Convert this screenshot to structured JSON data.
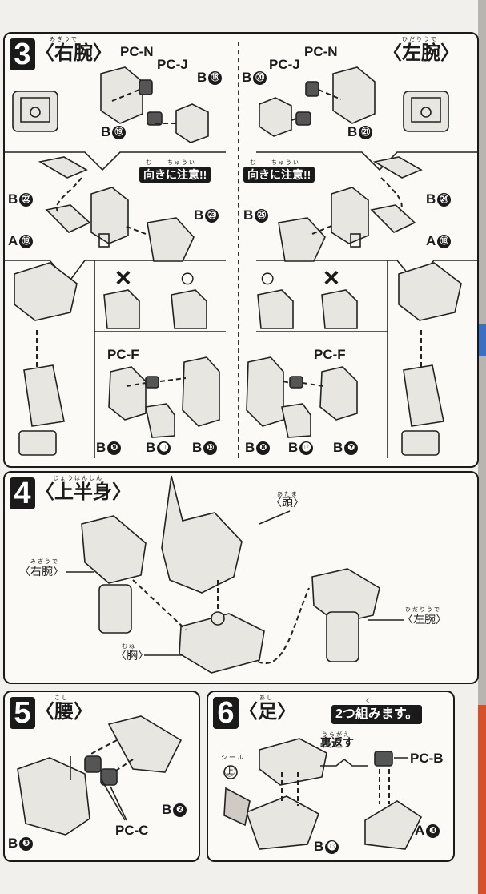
{
  "colors": {
    "ink": "#1a1a1a",
    "paper": "#fbfaf7",
    "edge_blue": "#3a6fc4",
    "edge_red": "#d8502a"
  },
  "step3": {
    "number": "3",
    "right": {
      "title": "〈右腕〉",
      "ruby": "みぎうで",
      "parts": {
        "pcn": "PC-N",
        "pcj": "PC-J",
        "b18": "B",
        "b18n": "⑱",
        "b19": "B",
        "b19n": "⑲",
        "b22": "B",
        "b22n": "㉒",
        "a19": "A",
        "a19n": "⑲",
        "b23": "B",
        "b23n": "㉓",
        "pcf": "PC-F",
        "b9": "B",
        "b9n": "❾",
        "b11": "B",
        "b11n": "⓫",
        "b10": "B",
        "b10n": "❿"
      },
      "warn_ruby": "む　　ちゅうい",
      "warn": "向きに注意!!",
      "mark_x": "×",
      "mark_o": "○"
    },
    "left": {
      "title": "〈左腕〉",
      "ruby": "ひだりうで",
      "parts": {
        "pcn": "PC-N",
        "pcj": "PC-J",
        "b20": "B",
        "b20n": "⑳",
        "b21": "B",
        "b21n": "㉑",
        "b24": "B",
        "b24n": "㉔",
        "a18": "A",
        "a18n": "⑱",
        "b25": "B",
        "b25n": "㉕",
        "pcf": "PC-F",
        "b8": "B",
        "b8n": "❽",
        "b12": "B",
        "b12n": "⓬",
        "b7": "B",
        "b7n": "❼"
      },
      "warn_ruby": "む　　ちゅうい",
      "warn": "向きに注意!!",
      "mark_x": "×",
      "mark_o": "○"
    }
  },
  "step4": {
    "number": "4",
    "title": "〈上半身〉",
    "ruby": "じょうはんしん",
    "labels": {
      "head": "〈頭〉",
      "head_ruby": "あたま",
      "rarm": "〈右腕〉",
      "rarm_ruby": "みぎうで",
      "larm": "〈左腕〉",
      "larm_ruby": "ひだりうで",
      "chest": "〈胸〉",
      "chest_ruby": "むね"
    }
  },
  "step5": {
    "number": "5",
    "title": "〈腰〉",
    "ruby": "こし",
    "parts": {
      "b2": "B",
      "b2n": "❷",
      "pcc": "PC-C",
      "b3": "B",
      "b3n": "❸"
    }
  },
  "step6": {
    "number": "6",
    "title": "〈足〉",
    "ruby": "あし",
    "note": "2つ組みます。",
    "note_ruby": "く",
    "flip": "裏返す",
    "flip_ruby": "うらがえ",
    "seal": "シール",
    "seal_mark": "㊤",
    "parts": {
      "pcb": "PC-B",
      "a3": "A",
      "a3n": "❸",
      "b13": "B",
      "b13n": "⓭"
    }
  }
}
